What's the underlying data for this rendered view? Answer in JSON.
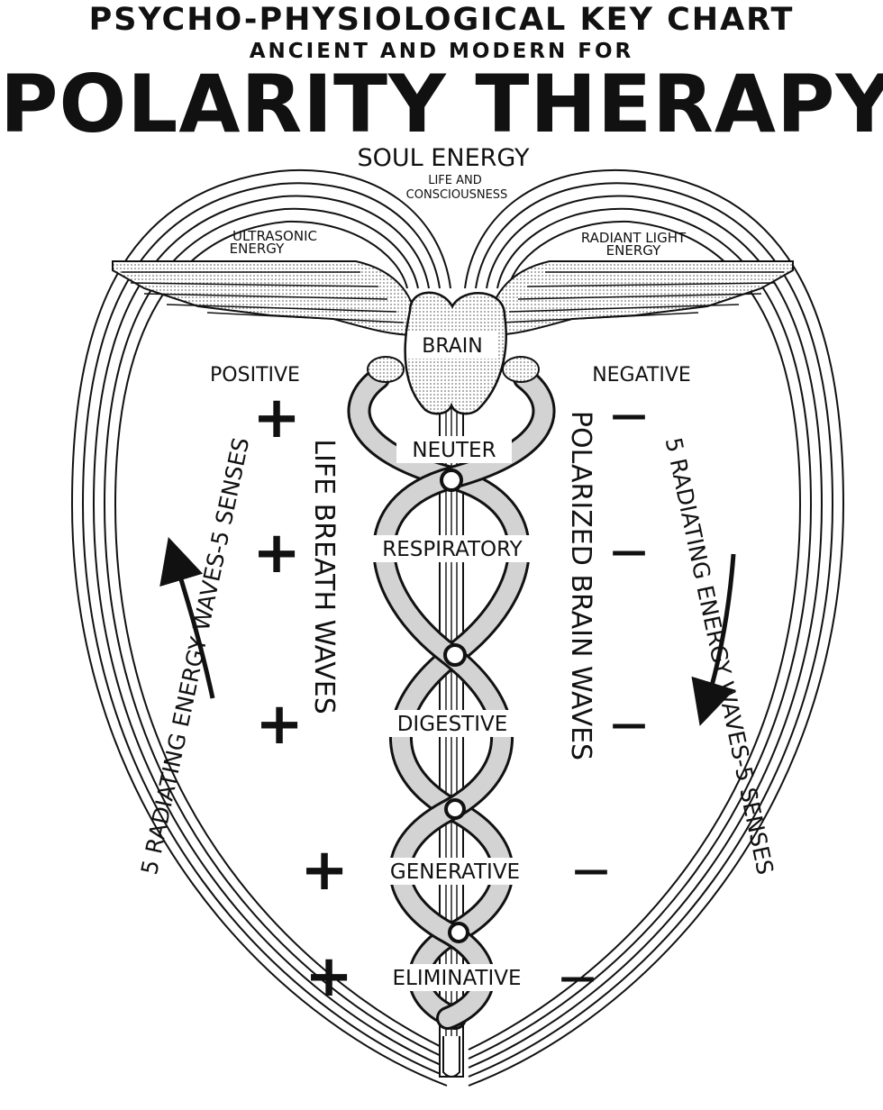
{
  "header": {
    "line1": "PSYCHO-PHYSIOLOGICAL KEY CHART",
    "line2": "ANCIENT AND MODERN FOR",
    "line3": "POLARITY THERAPY"
  },
  "top": {
    "soul": "SOUL ENERGY",
    "life1": "LIFE AND",
    "life2": "CONSCIOUSNESS"
  },
  "wings": {
    "left1": "ULTRASONIC",
    "left2": "ENERGY",
    "right1": "RADIANT LIGHT",
    "right2": "ENERGY"
  },
  "brain": "BRAIN",
  "positive": "POSITIVE",
  "negative": "NEGATIVE",
  "plus_sign": "+",
  "minus_sign": "—",
  "centers": [
    "NEUTER",
    "RESPIRATORY",
    "DIGESTIVE",
    "GENERATIVE",
    "ELIMINATIVE"
  ],
  "vertical": {
    "life_breath": "LIFE BREATH WAVES",
    "polarized": "POLARIZED BRAIN WAVES",
    "left_outer": "5 RADIATING ENERGY WAVES-5 SENSES",
    "right_outer": "5 RADIATING ENERGY WAVES-5 SENSES"
  },
  "colors": {
    "ink": "#111111",
    "paper": "#ffffff",
    "stipple": "#d9d9d9"
  }
}
